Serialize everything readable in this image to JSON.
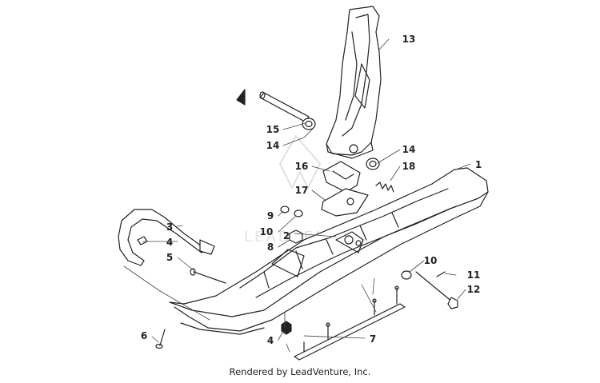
{
  "diagram": {
    "parts": [
      {
        "ref": "1"
      },
      {
        "ref": "2"
      },
      {
        "ref": "3"
      },
      {
        "ref": "4"
      },
      {
        "ref": "4"
      },
      {
        "ref": "5"
      },
      {
        "ref": "6"
      },
      {
        "ref": "7"
      },
      {
        "ref": "8"
      },
      {
        "ref": "9"
      },
      {
        "ref": "10"
      },
      {
        "ref": "10"
      },
      {
        "ref": "11"
      },
      {
        "ref": "12"
      },
      {
        "ref": "13"
      },
      {
        "ref": "14"
      },
      {
        "ref": "14"
      },
      {
        "ref": "15"
      },
      {
        "ref": "16"
      },
      {
        "ref": "17"
      },
      {
        "ref": "18"
      }
    ],
    "watermark": "LEADVENTURE"
  },
  "footer": {
    "credit": "Rendered by LeadVenture, Inc."
  }
}
